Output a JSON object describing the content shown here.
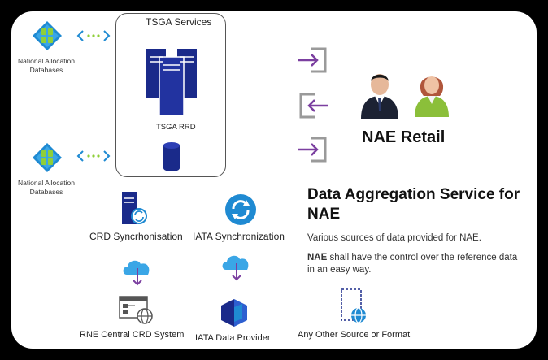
{
  "left": {
    "db_top_label": [
      "National Allocation",
      "Databases"
    ],
    "db_bottom_label": [
      "National Allocation",
      "Databases"
    ]
  },
  "services": {
    "title": "TSGA Services",
    "server_label": "TSGA RRD"
  },
  "sync": {
    "crd_label": "CRD Syncrhonisation",
    "iata_label": "IATA Synchronization"
  },
  "sources": {
    "rne_label": "RNE Central CRD System",
    "iata_provider_label": "IATA Data Provider",
    "other_label": "Any Other Source or Format"
  },
  "retail": {
    "label": "NAE Retail"
  },
  "info": {
    "title": "Data Aggregation Service for NAE",
    "line1": "Various sources of data provided for NAE.",
    "line2_bold": "NAE",
    "line2_rest": " shall have the control over the reference data in an easy way."
  },
  "colors": {
    "navy": "#1a2a8a",
    "purple": "#7b3fa0",
    "azure": "#1f8ad2",
    "green": "#8fcf3a",
    "gray": "#9a9a9a"
  }
}
